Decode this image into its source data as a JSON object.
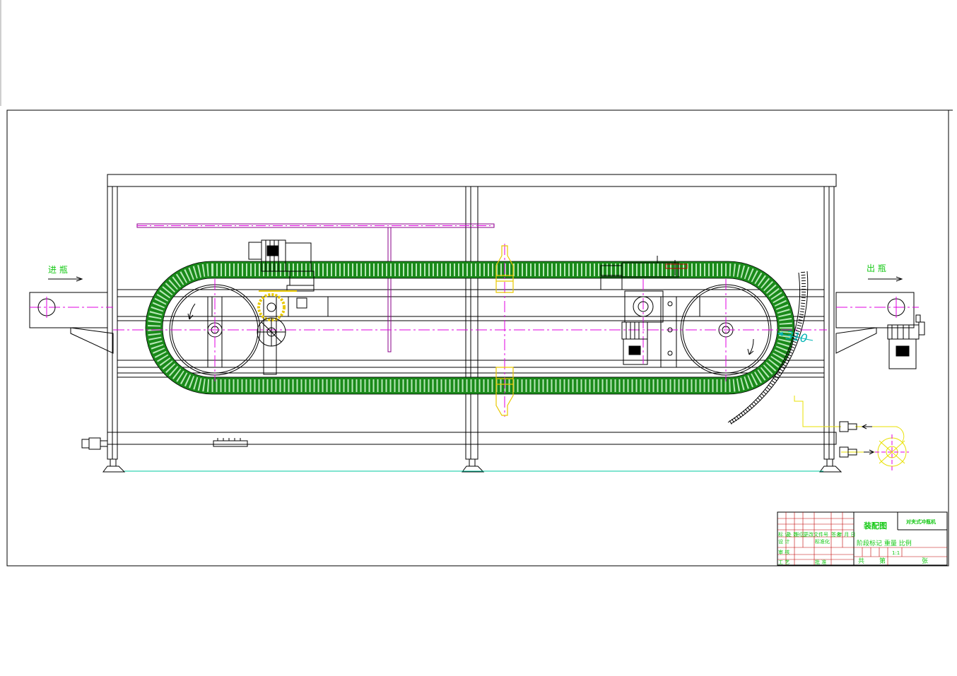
{
  "drawing": {
    "inlet_label": "进 瓶",
    "outlet_label": "出 瓶",
    "dimension_310": "310",
    "colors": {
      "frame": "#000000",
      "centerline": "#e000e0",
      "chain": "#1a8a1a",
      "motor": "#000000",
      "highlight": "#f0e000",
      "title_text": "#14c814",
      "title_grid": "#c00000",
      "dimension": "#00b4b4",
      "floor": "#00c8a0"
    },
    "icons": [
      "electric-motor-icon",
      "sprocket-icon",
      "handwheel-icon",
      "bottle-icon",
      "pump-icon",
      "arrow-right-icon",
      "rotation-arrow-icon"
    ]
  },
  "title_block": {
    "drawing_title": "装配图",
    "machine_name": "对夹式冲瓶机",
    "row1_labels": [
      "标 记",
      "处 数",
      "分区",
      "更改文件号",
      "签名",
      "年 月 日"
    ],
    "row2_labels": [
      "设 计",
      "标准化"
    ],
    "row3_labels": [
      "审 核"
    ],
    "row4_labels": [
      "工 艺",
      "批 准"
    ],
    "stage_header": "阶段标记 重量 比例",
    "scale": "1:1",
    "sheet_total": "共",
    "sheet_number": "第",
    "sheet_unit": "张"
  }
}
